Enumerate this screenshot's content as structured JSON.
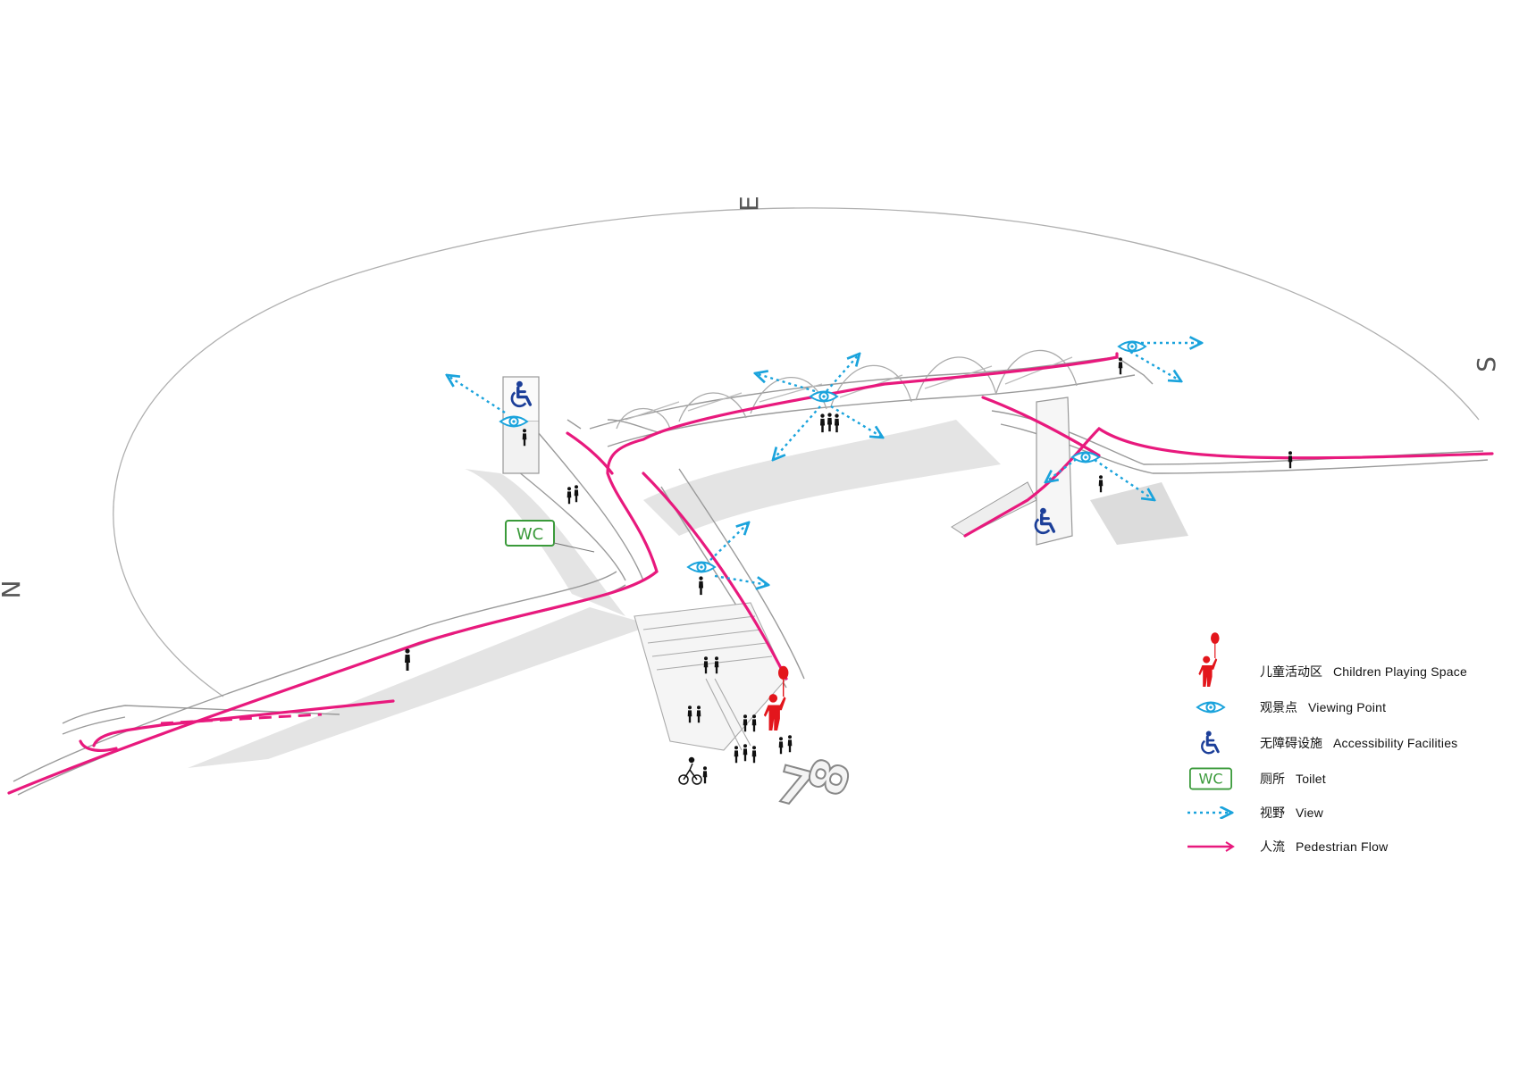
{
  "compass": {
    "north": "N",
    "east": "E",
    "south": "S"
  },
  "colors": {
    "pedestrian_flow": "#e8197d",
    "view": "#1aa3dc",
    "accessibility": "#1c3f99",
    "toilet": "#3a9a3a",
    "children": "#e3161c",
    "structure_line": "#9a9a9a",
    "shadow": "#e4e4e4"
  },
  "map_labels": {
    "wc": "WC",
    "numbers": [
      "7",
      "8"
    ]
  },
  "legend": {
    "items": [
      {
        "icon": "children-playing-icon",
        "zh": "儿童活动区",
        "en": "Children Playing Space"
      },
      {
        "icon": "eye-icon",
        "zh": "观景点",
        "en": "Viewing  Point"
      },
      {
        "icon": "wheelchair-icon",
        "zh": "无障碍设施",
        "en": "Accessibility Facilities"
      },
      {
        "icon": "wc-icon",
        "zh": "厕所",
        "en": "Toilet",
        "symbol_text": "WC"
      },
      {
        "icon": "dotted-arrow-icon",
        "zh": "视野",
        "en": "View"
      },
      {
        "icon": "solid-arrow-icon",
        "zh": "人流",
        "en": "Pedestrian Flow"
      }
    ]
  }
}
